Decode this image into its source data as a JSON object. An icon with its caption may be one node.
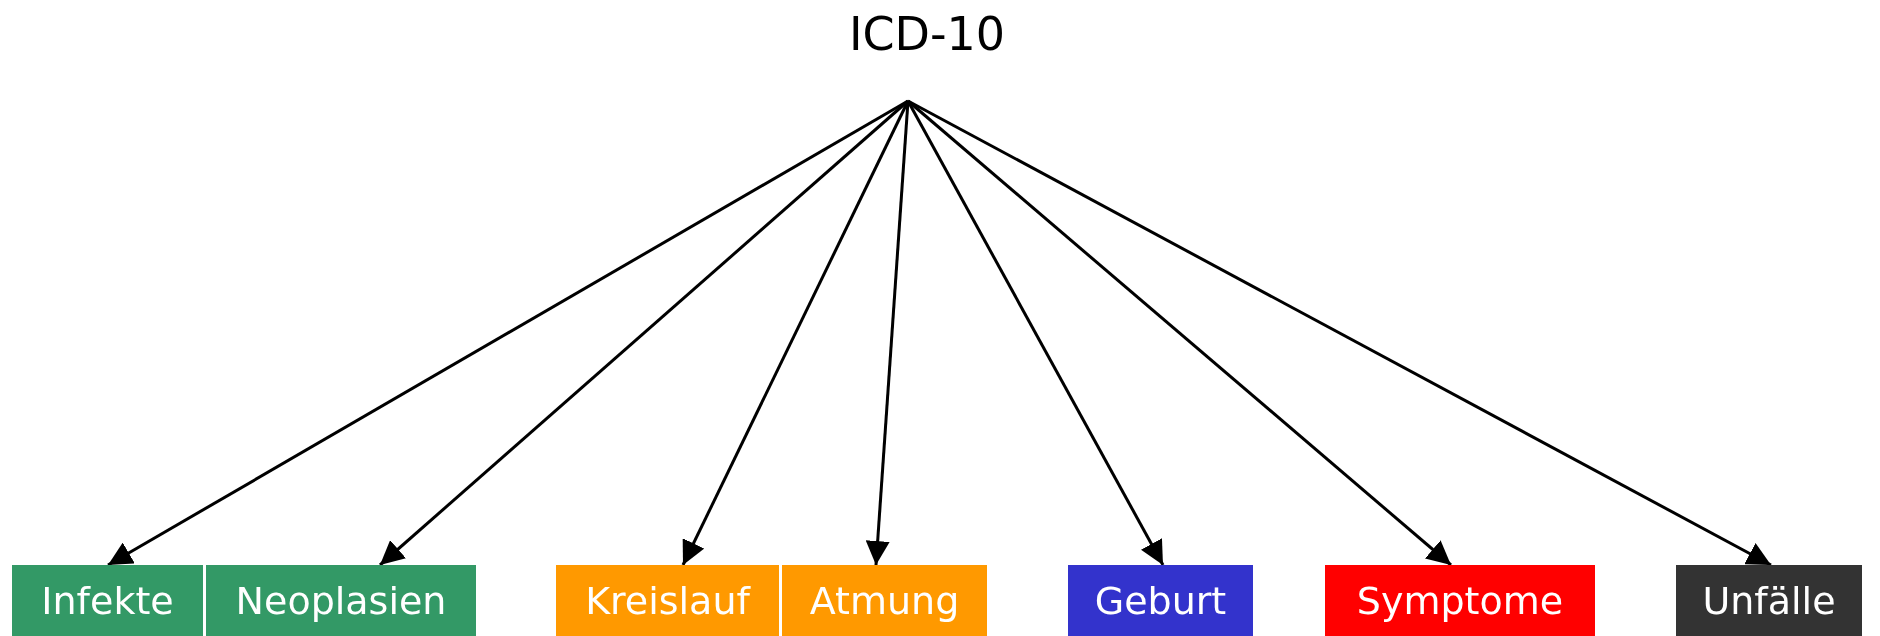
{
  "diagram": {
    "nodes": [
      {
        "text": [
          "ICD-10"
        ]
      },
      {
        "text": [
          "Infekte"
        ]
      },
      {
        "text": [
          "Neoplasien"
        ]
      },
      {
        "text": [
          "Kreislauf"
        ]
      },
      {
        "text": [
          "Atmung"
        ]
      },
      {
        "text": [
          "Geburt"
        ]
      },
      {
        "text": [
          "Symptome"
        ]
      },
      {
        "text": [
          "Unfälle"
        ]
      }
    ],
    "edges": [
      {
        "from": 0,
        "to": 1,
        "arrow": "to"
      },
      {
        "from": 0,
        "to": 2,
        "arrow": "to"
      },
      {
        "from": 0,
        "to": 3,
        "arrow": "to"
      },
      {
        "from": 0,
        "to": 4,
        "arrow": "to"
      },
      {
        "from": 0,
        "to": 5,
        "arrow": "to"
      },
      {
        "from": 0,
        "to": 6,
        "arrow": "to"
      },
      {
        "from": 0,
        "to": 7,
        "arrow": "to"
      }
    ]
  }
}
